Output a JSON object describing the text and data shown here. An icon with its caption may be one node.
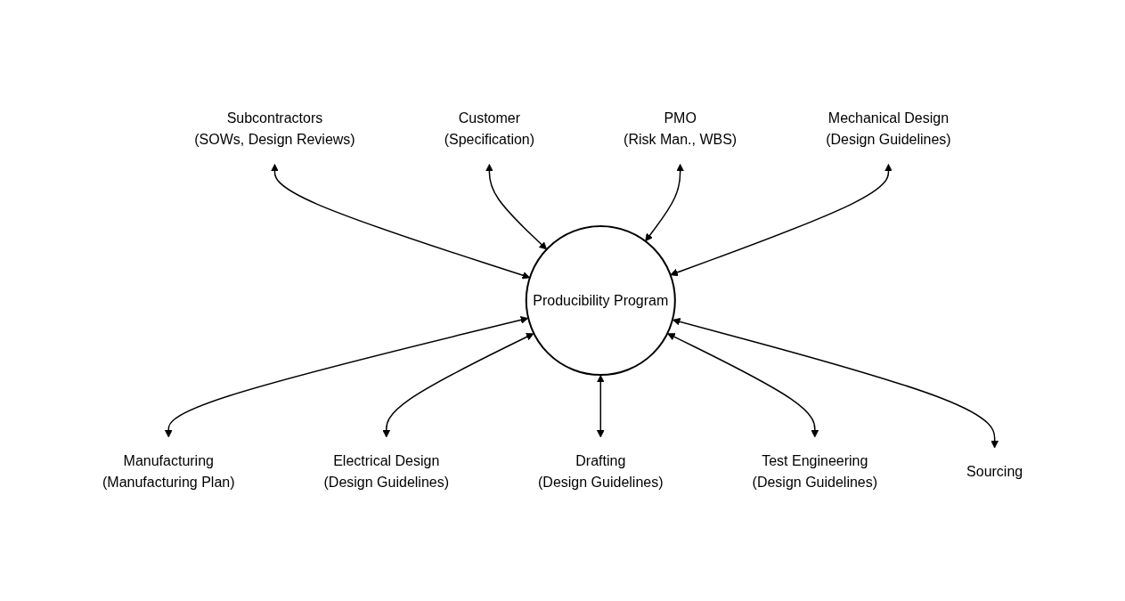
{
  "diagram": {
    "nodes": [
      {
        "text": [
          "Subcontractors",
          "(SOWs, Design Reviews)"
        ]
      },
      {
        "text": [
          "Customer",
          "(Specification)"
        ]
      },
      {
        "text": [
          "PMO",
          "(Risk Man., WBS)"
        ]
      },
      {
        "text": [
          "Mechanical Design",
          "(Design Guidelines)"
        ]
      },
      {
        "text": [
          "Producibility Program"
        ]
      },
      {
        "text": [
          "Manufacturing",
          "(Manufacturing Plan)"
        ]
      },
      {
        "text": [
          "Electrical Design",
          "(Design Guidelines)"
        ]
      },
      {
        "text": [
          "Drafting",
          "(Design Guidelines)"
        ]
      },
      {
        "text": [
          "Test Engineering",
          "(Design Guidelines)"
        ]
      },
      {
        "text": [
          "Sourcing"
        ]
      }
    ],
    "edges": [
      {
        "from": 0,
        "to": 4,
        "arrow": "both"
      },
      {
        "from": 1,
        "to": 4,
        "arrow": "both"
      },
      {
        "from": 2,
        "to": 4,
        "arrow": "both"
      },
      {
        "from": 3,
        "to": 4,
        "arrow": "both"
      },
      {
        "from": 4,
        "to": 5,
        "arrow": "both"
      },
      {
        "from": 4,
        "to": 6,
        "arrow": "both"
      },
      {
        "from": 4,
        "to": 7,
        "arrow": "both"
      },
      {
        "from": 4,
        "to": 8,
        "arrow": "both"
      },
      {
        "from": 4,
        "to": 9,
        "arrow": "both"
      }
    ]
  }
}
